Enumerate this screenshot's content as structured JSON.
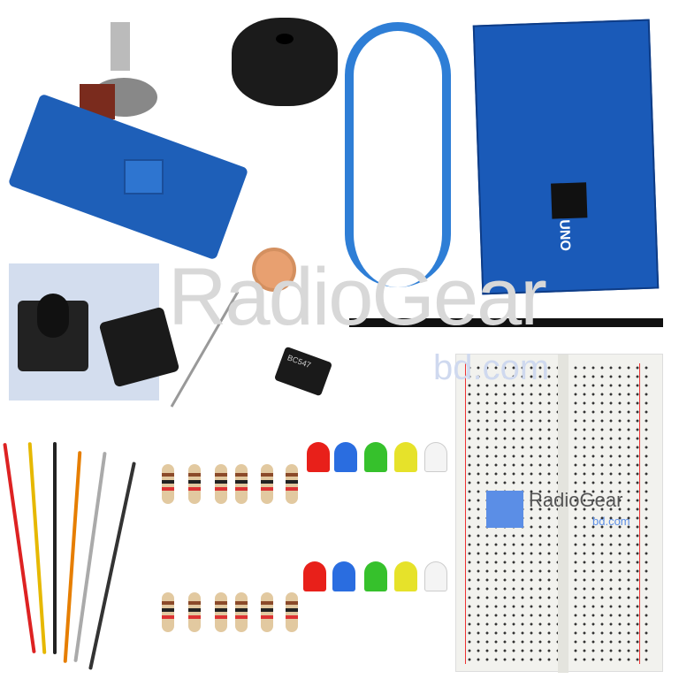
{
  "watermark": {
    "brand": "RadioGear",
    "domain": "bd.com"
  },
  "arduino": {
    "label": "UNO"
  },
  "transistor": {
    "marking": "BC547"
  },
  "colors": {
    "board_blue": "#1a5ab8",
    "led_red": "#e8201a",
    "led_blue": "#2a6de0",
    "led_green": "#36c12c",
    "led_yellow": "#e6e22a",
    "led_white": "#f4f4f4",
    "breadboard": "#f2f2ee"
  }
}
